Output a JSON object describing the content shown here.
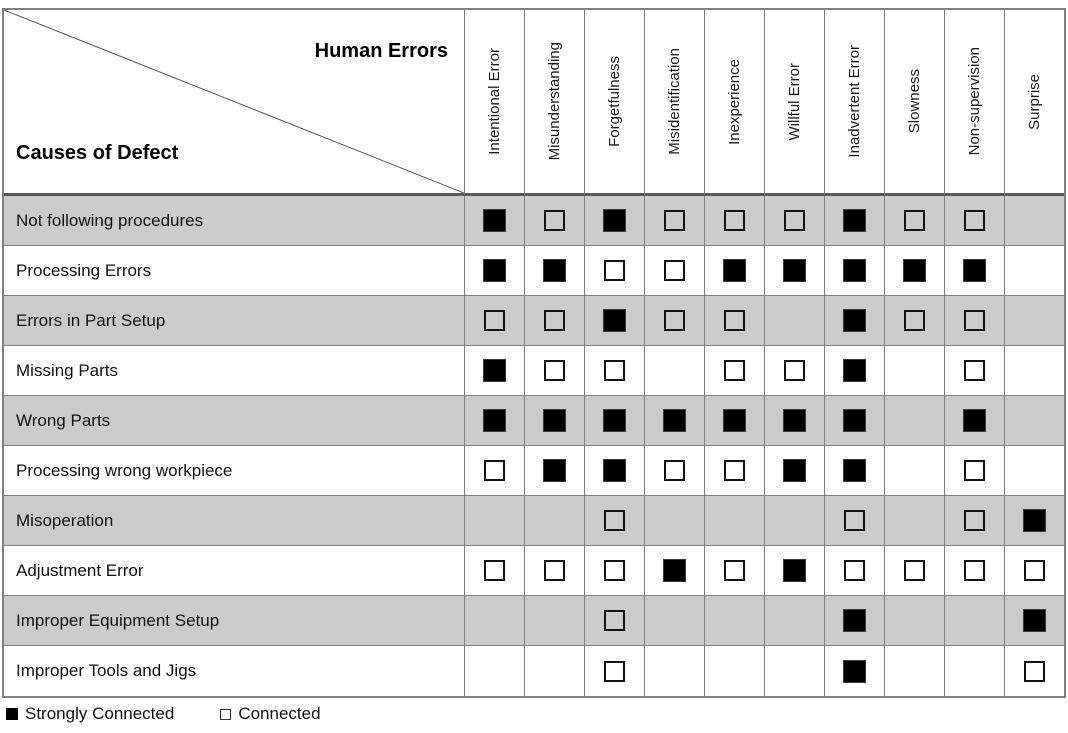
{
  "header": {
    "top_right_label": "Human Errors",
    "bottom_left_label": "Causes of Defect"
  },
  "columns": [
    "Intentional Error",
    "Misunderstanding",
    "Forgetfulness",
    "Misidentification",
    "Inexperience",
    "Willful Error",
    "Inadvertent Error",
    "Slowness",
    "Non-supervision",
    "Surprise"
  ],
  "rows": [
    {
      "label": "Not following procedures",
      "cells": [
        "■",
        "□",
        "■",
        "□",
        "□",
        "□",
        "■",
        "□",
        "□",
        ""
      ]
    },
    {
      "label": "Processing Errors",
      "cells": [
        "■",
        "■",
        "□",
        "□",
        "■",
        "■",
        "■",
        "■",
        "■",
        ""
      ]
    },
    {
      "label": "Errors in Part Setup",
      "cells": [
        "□",
        "□",
        "■",
        "□",
        "□",
        "",
        "■",
        "□",
        "□",
        ""
      ]
    },
    {
      "label": "Missing Parts",
      "cells": [
        "■",
        "□",
        "□",
        "",
        "□",
        "□",
        "■",
        "",
        "□",
        ""
      ]
    },
    {
      "label": "Wrong Parts",
      "cells": [
        "■",
        "■",
        "■",
        "■",
        "■",
        "■",
        "■",
        "",
        "■",
        ""
      ]
    },
    {
      "label": "Processing wrong workpiece",
      "cells": [
        "□",
        "■",
        "■",
        "□",
        "□",
        "■",
        "■",
        "",
        "□",
        ""
      ]
    },
    {
      "label": "Misoperation",
      "cells": [
        "",
        "",
        "□",
        "",
        "",
        "",
        "□",
        "",
        "□",
        "■"
      ]
    },
    {
      "label": "Adjustment Error",
      "cells": [
        "□",
        "□",
        "□",
        "■",
        "□",
        "■",
        "□",
        "□",
        "□",
        "□"
      ]
    },
    {
      "label": "Improper Equipment Setup",
      "cells": [
        "",
        "",
        "□",
        "",
        "",
        "",
        "■",
        "",
        "",
        "■"
      ]
    },
    {
      "label": "Improper Tools and Jigs",
      "cells": [
        "",
        "",
        "□",
        "",
        "",
        "",
        "■",
        "",
        "",
        "□"
      ]
    }
  ],
  "legend": {
    "strong": {
      "symbol": "■",
      "label": "Strongly Connected"
    },
    "connected": {
      "symbol": "□",
      "label": "Connected"
    }
  },
  "colors": {
    "row_alt_bg": "#cbcbcb",
    "row_bg": "#ffffff",
    "grid_line": "#808080",
    "header_divider": "#595959",
    "square": "#000000"
  }
}
